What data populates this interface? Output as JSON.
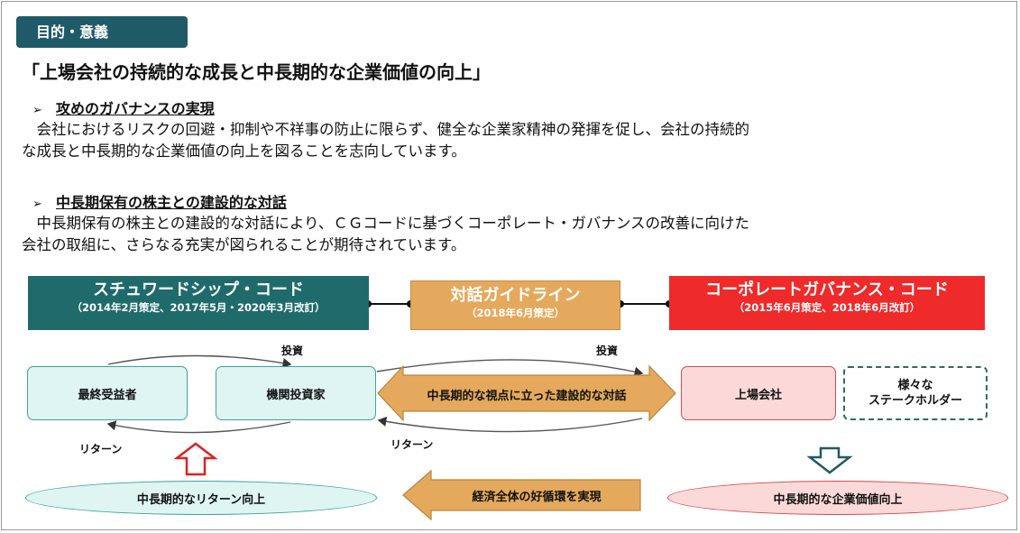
{
  "badge": "目的・意義",
  "headline": "「上場会社の持続的な成長と中長期的な企業価値の向上」",
  "sections": [
    {
      "bullet": "➢",
      "title": "攻めのガバナンスの実現",
      "lines": [
        "　会社におけるリスクの回避・抑制や不祥事の防止に限らず、健全な企業家精神の発揮を促し、会社の持続的",
        "な成長と中長期的な企業価値の向上を図ることを志向しています。"
      ]
    },
    {
      "bullet": "➢",
      "title": "中長期保有の株主との建設的な対話",
      "lines": [
        "　中長期保有の株主との建設的な対話により、ＣＧコードに基づくコーポレート・ガバナンスの改善に向けた",
        "会社の取組に、さらなる充実が図られることが期待されています。"
      ]
    }
  ],
  "codes": {
    "stewardship": {
      "title": "スチュワードシップ・コード",
      "sub": "（2014年2月策定、2017年5月・2020年3月改訂）",
      "color": "#1f6b6b"
    },
    "dialogue": {
      "title": "対話ガイドライン",
      "sub": "（2018年6月策定）",
      "color": "#e4a95c"
    },
    "cg": {
      "title": "コーポレートガバナンス・コード",
      "sub": "（2015年6月策定、2018年6月改訂）",
      "color": "#ee2a2a"
    }
  },
  "flow": {
    "final_beneficiary": "最終受益者",
    "institutional_investor": "機関投資家",
    "listed_company": "上場会社",
    "stakeholders_1": "様々な",
    "stakeholders_2": "ステークホルダー",
    "invest_left": "投資",
    "invest_right": "投資",
    "return_left": "リターン",
    "return_right": "リターン",
    "dialogue_arrow": "中長期的な視点に立った建設的な対話",
    "economy_arrow": "経済全体の好循環を実現",
    "left_outcome": "中長期的なリターン向上",
    "right_outcome": "中長期的な企業価値向上"
  }
}
